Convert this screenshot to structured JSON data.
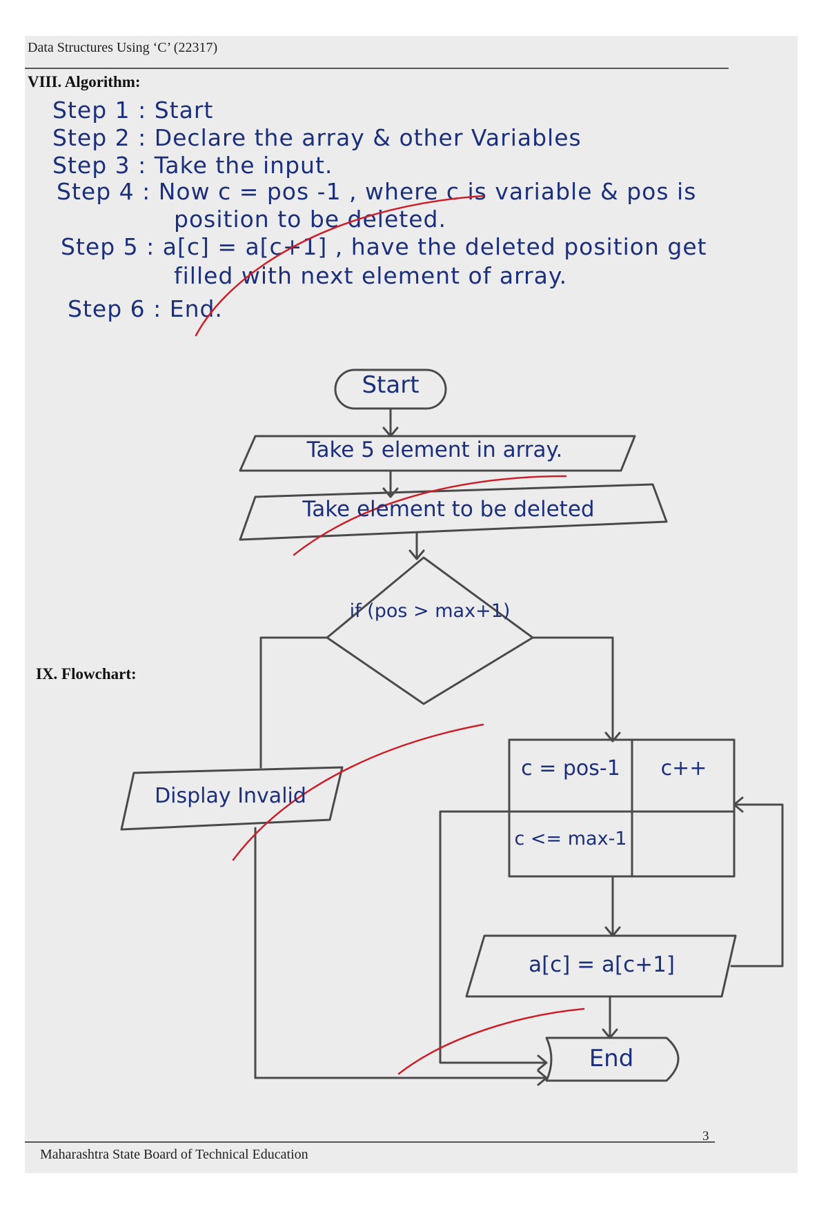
{
  "header": {
    "title": "Data Structures Using ‘C’ (22317)"
  },
  "algorithm": {
    "section_label": "VIII.  Algorithm:",
    "steps": [
      "Step 1 : Start",
      "Step 2 : Declare the array & other Variables",
      "Step 3 : Take the input.",
      "Step 4 : Now c = pos -1 , where c is variable & pos is",
      "position to be deleted.",
      "Step 5 : a[c] = a[c+1] , have the deleted position get",
      "filled with next element of array.",
      "Step 6 : End."
    ]
  },
  "flowchart": {
    "section_label": "IX.     Flowchart:",
    "start": "Start",
    "input1": "Take 5 element in array.",
    "input2": "Take element to be deleted",
    "decision": "if (pos > max+1)",
    "invalid": "Display Invalid",
    "loop_init": "c = pos-1",
    "loop_incr": "c++",
    "loop_cond": "c <= max-1",
    "assign": "a[c] = a[c+1]",
    "end": "End"
  },
  "footer": {
    "board": "Maharashtra State Board of Technical Education",
    "page_number": "3"
  },
  "colors": {
    "ink": "#1c2f7a",
    "pencil": "#4a4a4a",
    "check_mark": "#cc1f2a",
    "paper": "#ececec"
  }
}
